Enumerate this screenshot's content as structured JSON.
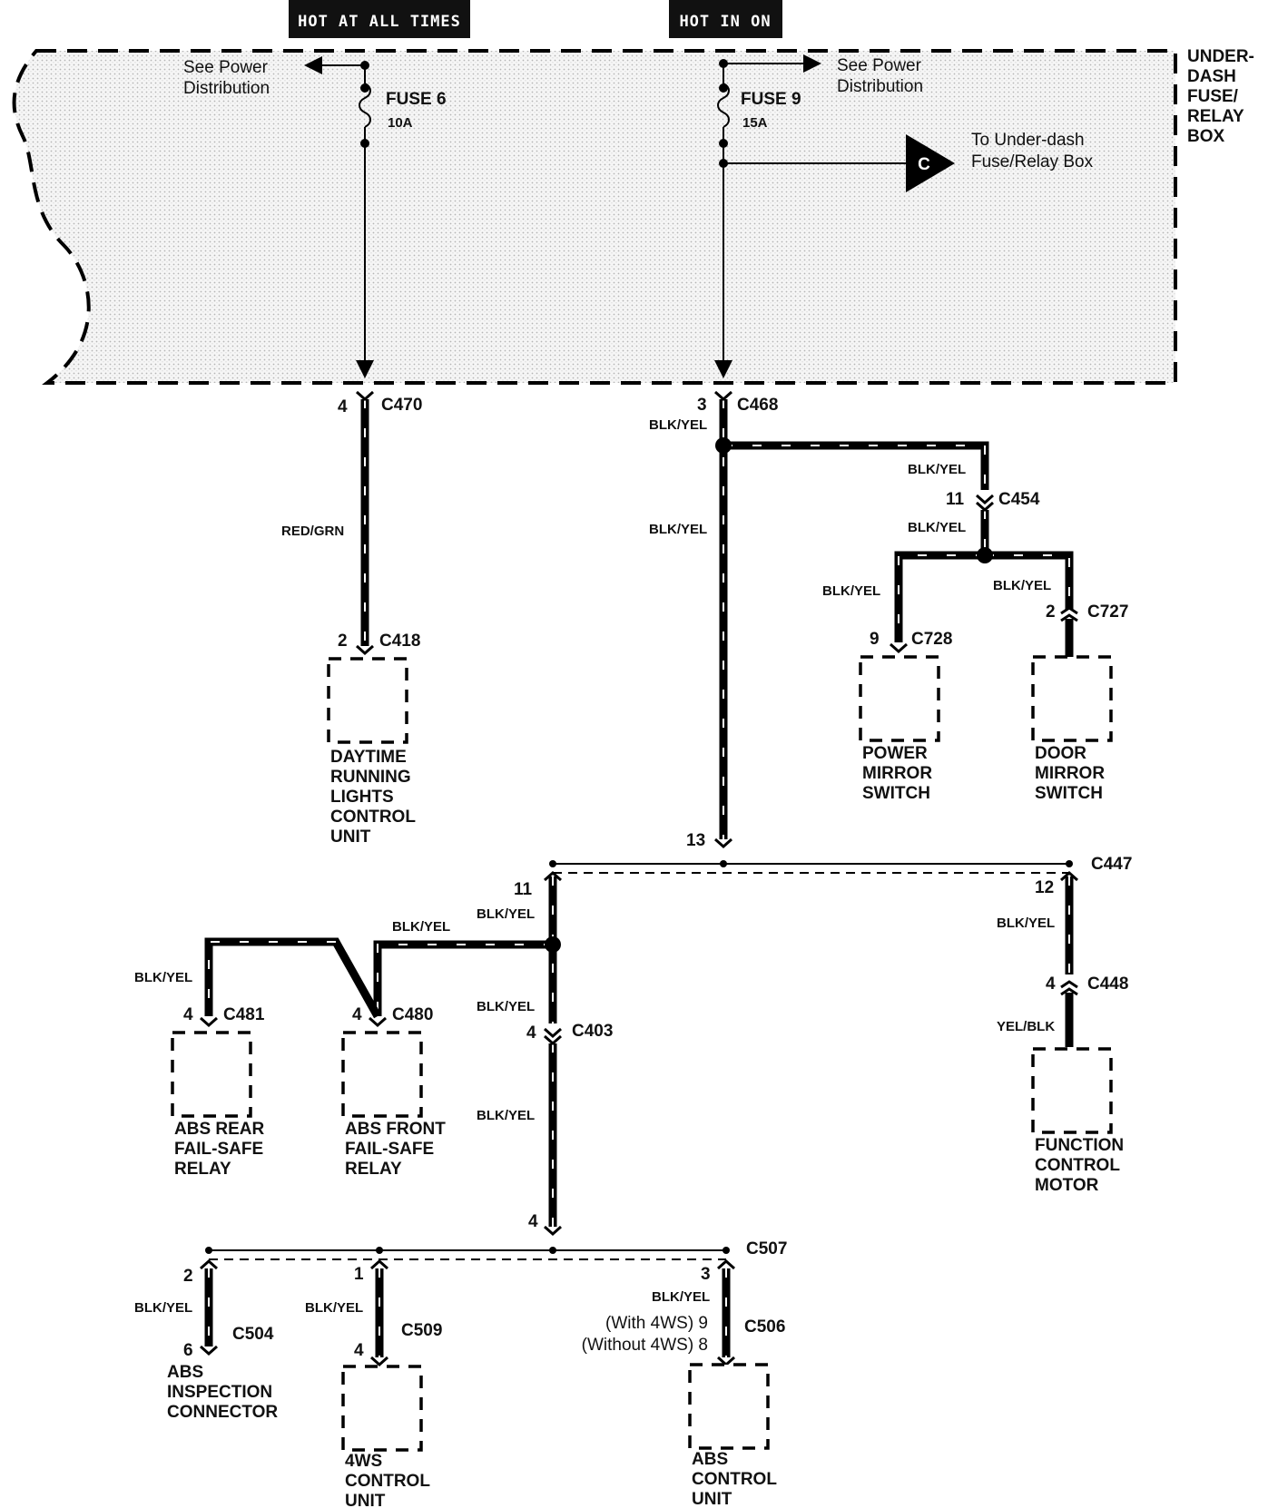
{
  "headers": {
    "hot_at_all_times": "HOT AT ALL TIMES",
    "hot_in_on": "HOT IN ON"
  },
  "fuse_box": {
    "label_lines": [
      "UNDER-",
      "DASH",
      "FUSE/",
      "RELAY",
      "BOX"
    ],
    "see_power_left": [
      "See Power",
      "Distribution"
    ],
    "see_power_right": [
      "See Power",
      "Distribution"
    ],
    "fuse6_name": "FUSE 6",
    "fuse6_rating": "10A",
    "fuse9_name": "FUSE 9",
    "fuse9_rating": "15A",
    "ref_letter": "C",
    "ref_text": [
      "To Under-dash",
      "Fuse/Relay Box"
    ]
  },
  "connectors": {
    "c470": "C470",
    "c470_pin": "4",
    "c468": "C468",
    "c468_pin": "3",
    "c418": "C418",
    "c418_pin": "2",
    "c454": "C454",
    "c454_pin": "11",
    "c728": "C728",
    "c728_pin": "9",
    "c727": "C727",
    "c727_pin": "2",
    "c447": "C447",
    "c447_pin_in": "13",
    "c447_pin_left": "11",
    "c447_pin_right": "12",
    "c481": "C481",
    "c481_pin": "4",
    "c480": "C480",
    "c480_pin": "4",
    "c403": "C403",
    "c403_pin": "4",
    "c448": "C448",
    "c448_pin": "4",
    "c507": "C507",
    "c507_pin_in": "4",
    "c507_pin_a": "2",
    "c507_pin_b": "1",
    "c507_pin_c": "3",
    "c504": "C504",
    "c504_pin": "6",
    "c509": "C509",
    "c509_pin": "4",
    "c506": "C506",
    "c506_with": "(With 4WS) 9",
    "c506_without": "(Without 4WS) 8"
  },
  "wire_colors": {
    "red_grn": "RED/GRN",
    "blk_yel": "BLK/YEL",
    "yel_blk": "YEL/BLK"
  },
  "components": {
    "drl": [
      "DAYTIME",
      "RUNNING",
      "LIGHTS",
      "CONTROL",
      "UNIT"
    ],
    "power_mirror": [
      "POWER",
      "MIRROR",
      "SWITCH"
    ],
    "door_mirror": [
      "DOOR",
      "MIRROR",
      "SWITCH"
    ],
    "abs_rear": [
      "ABS REAR",
      "FAIL-SAFE",
      "RELAY"
    ],
    "abs_front": [
      "ABS FRONT",
      "FAIL-SAFE",
      "RELAY"
    ],
    "function_motor": [
      "FUNCTION",
      "CONTROL",
      "MOTOR"
    ],
    "abs_inspection": [
      "ABS",
      "INSPECTION",
      "CONNECTOR"
    ],
    "ws4_unit": [
      "4WS",
      "CONTROL",
      "UNIT"
    ],
    "abs_unit": [
      "ABS",
      "CONTROL",
      "UNIT"
    ]
  }
}
